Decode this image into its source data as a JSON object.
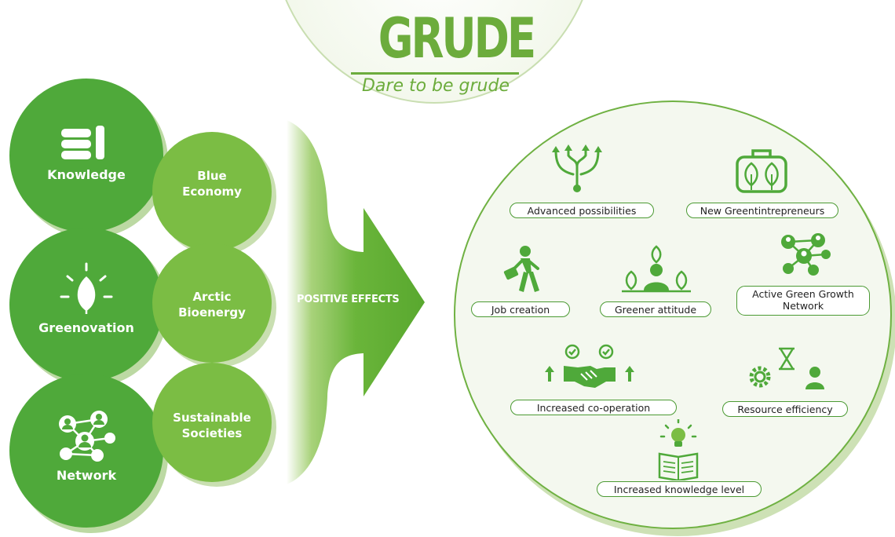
{
  "header": {
    "title": "GRUDE",
    "tagline": "Dare to be grude"
  },
  "pillars": [
    {
      "label": "Knowledge",
      "icon": "books-icon"
    },
    {
      "label": "Greenovation",
      "icon": "leaf-idea-icon"
    },
    {
      "label": "Network",
      "icon": "people-network-icon"
    }
  ],
  "themes": [
    {
      "line1": "Blue",
      "line2": "Economy"
    },
    {
      "line1": "Arctic",
      "line2": "Bioenergy"
    },
    {
      "line1": "Sustainable",
      "line2": "Societies"
    }
  ],
  "arrow": {
    "label": "POSITIVE EFFECTS"
  },
  "effects": [
    {
      "label": "Advanced possibilities",
      "icon": "branching-arrows-icon"
    },
    {
      "label": "New Greentintrepreneurs",
      "icon": "leaf-briefcase-icon"
    },
    {
      "label": "Job creation",
      "icon": "walking-businessman-icon"
    },
    {
      "label": "Greener attitude",
      "icon": "person-with-plants-icon"
    },
    {
      "label": "Active Green Growth Network",
      "icon": "connected-people-icon"
    },
    {
      "label": "Increased co-operation",
      "icon": "handshake-icon"
    },
    {
      "label": "Resource efficiency",
      "icon": "gear-hourglass-person-icon"
    },
    {
      "label": "Increased knowledge level",
      "icon": "lightbulb-book-icon"
    }
  ],
  "colors": {
    "dark_green": "#4fa93a",
    "light_green": "#7bbd44",
    "accent": "#6cac3c",
    "pale": "#f4f8ef"
  }
}
